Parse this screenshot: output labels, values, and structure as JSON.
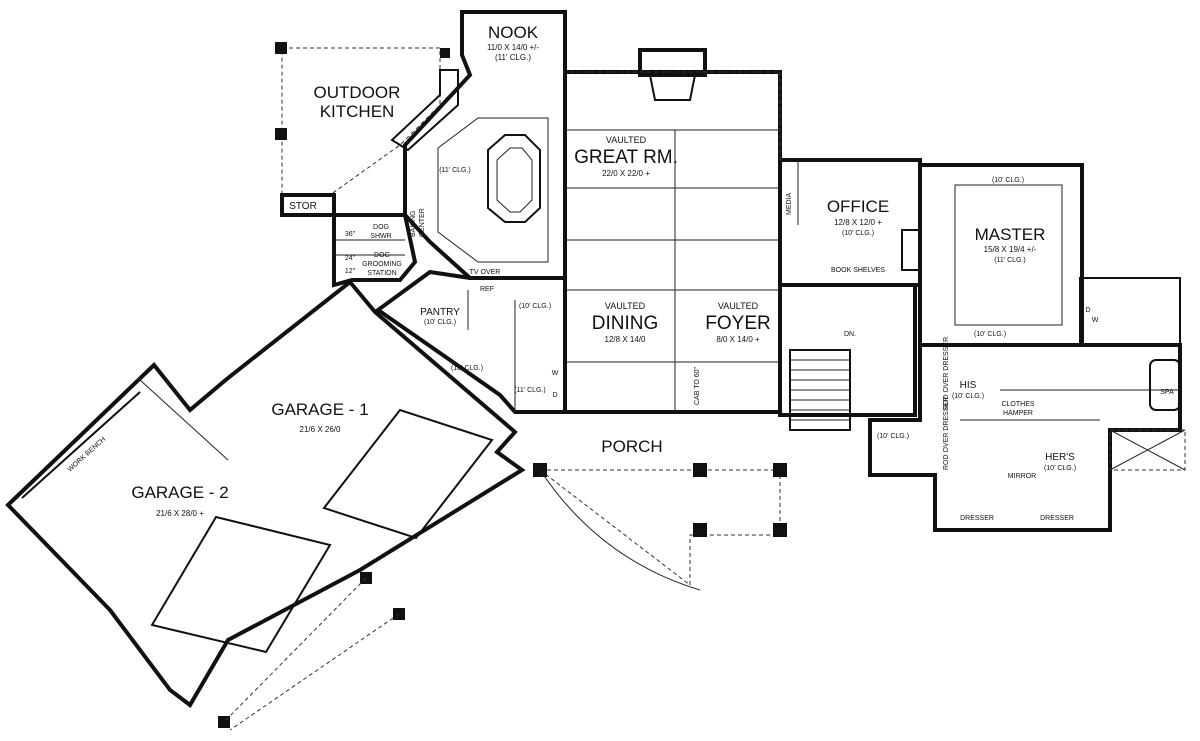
{
  "rooms": {
    "nook": {
      "name": "NOOK",
      "dims": "11/0 X 14/0 +/-",
      "ceiling": "(11' CLG.)"
    },
    "nook_inner": {
      "ceiling": "(11' CLG.)"
    },
    "outdoor_kitchen": {
      "line1": "OUTDOOR",
      "line2": "KITCHEN"
    },
    "great_room": {
      "vault": "VAULTED",
      "name": "GREAT RM.",
      "dims": "22/0 X 22/0 +"
    },
    "office": {
      "name": "OFFICE",
      "dims": "12/8 X 12/0 +",
      "ceiling": "(10' CLG.)"
    },
    "master": {
      "name": "MASTER",
      "dims": "15/8 X 19/4 +/-",
      "ceiling": "(11' CLG.)",
      "ceiling_top": "(10' CLG.)",
      "ceiling_bottom": "(10' CLG.)"
    },
    "dining": {
      "vault": "VAULTED",
      "name": "DINING",
      "dims": "12/8 X 14/0"
    },
    "foyer": {
      "vault": "VAULTED",
      "name": "FOYER",
      "dims": "8/0 X 14/0 +"
    },
    "garage1": {
      "name": "GARAGE - 1",
      "dims": "21/6 X 26/0"
    },
    "garage2": {
      "name": "GARAGE - 2",
      "dims": "21/6 X 28/0 +"
    },
    "porch": {
      "name": "PORCH"
    },
    "pantry": {
      "name": "PANTRY",
      "ceiling": "(10' CLG.)"
    },
    "his": {
      "name": "HIS",
      "ceiling": "(10' CLG.)"
    },
    "hers": {
      "name": "HER'S",
      "ceiling": "(10' CLG.)"
    }
  },
  "fixtures": {
    "stor": "STOR",
    "dog_shwr_1": "DOG",
    "dog_shwr_2": "SHWR",
    "dim_36": "36\"",
    "dim_24": "24\"",
    "dim_12": "12\"",
    "dog_groom_1": "DOG",
    "dog_groom_2": "GROOMING",
    "dog_groom_3": "STATION",
    "baking_1": "BAKING",
    "baking_2": "CENTER",
    "tv_over": "TV OVER",
    "ref": "REF",
    "media": "MEDIA",
    "book_shelves": "BOOK SHELVES",
    "dn": "DN.",
    "cab_to_60": "CAB TO 60\"",
    "w_left": "W",
    "d_left": "D",
    "w_right": "W",
    "d_right": "D",
    "spa": "SPA",
    "clothes_hamper_1": "CLOTHES",
    "clothes_hamper_2": "HAMPER",
    "rod_over_dresser_1": "ROD OVER DRESSER",
    "rod_over_dresser_2": "ROD OVER DRESSER",
    "mirror": "MIRROR",
    "dresser_1": "DRESSER",
    "dresser_2": "DRESSER",
    "work_bench": "WORK BENCH",
    "clg_10_a": "(10' CLG.)",
    "clg_10_b": "(10' CLG.)",
    "clg_11_hall": "(11' CLG.)",
    "clg_10_c": "(10' CLG.)"
  }
}
